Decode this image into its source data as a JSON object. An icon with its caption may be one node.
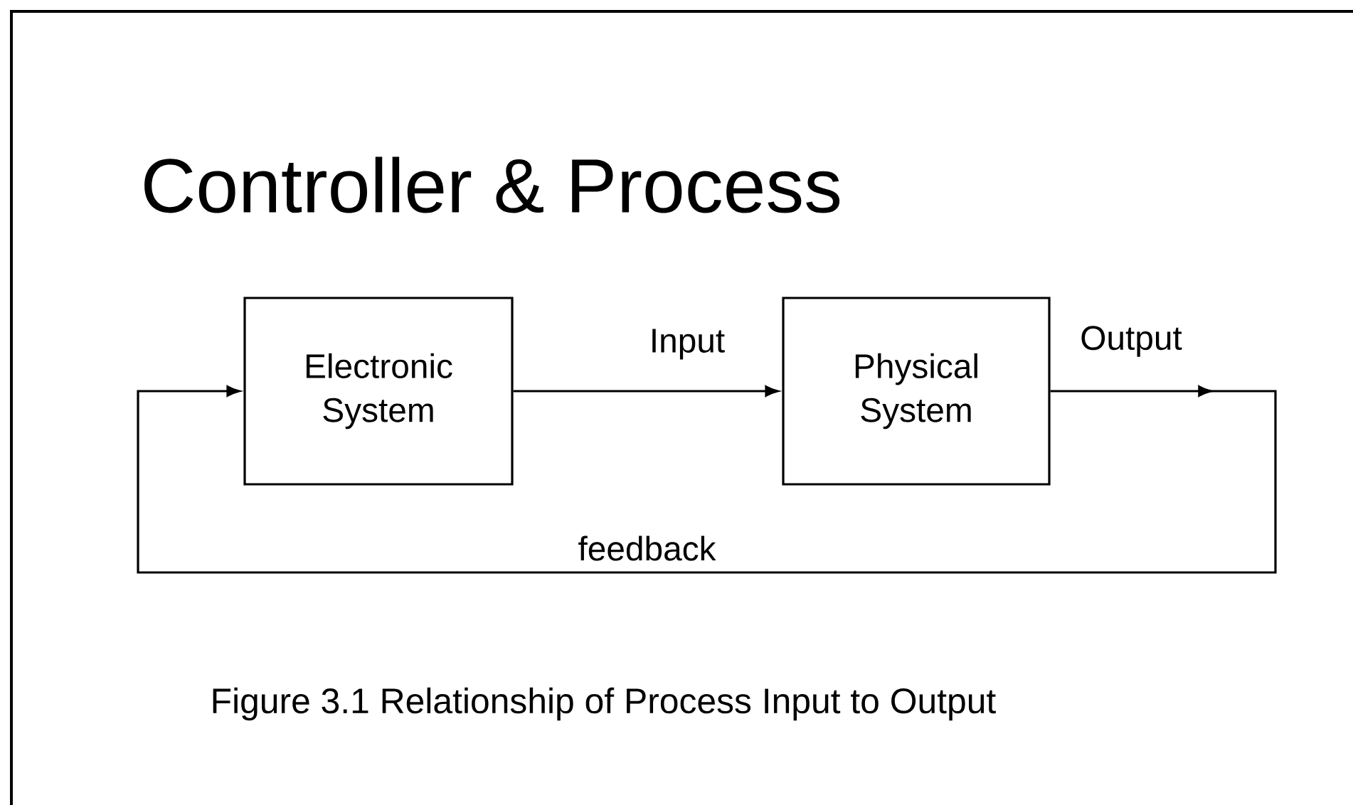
{
  "diagram": {
    "title": "Controller & Process",
    "caption": "Figure 3.1  Relationship of Process Input to Output",
    "nodes": [
      {
        "text": [
          "Electronic System"
        ]
      },
      {
        "text": [
          "Physical System"
        ]
      }
    ],
    "edges": [
      {
        "from": 0,
        "to": 1,
        "arrow": "to",
        "label": "Input"
      },
      {
        "from": 1,
        "to": 0,
        "arrow": "to",
        "label": "feedback"
      }
    ],
    "labels": [
      "Output"
    ]
  }
}
